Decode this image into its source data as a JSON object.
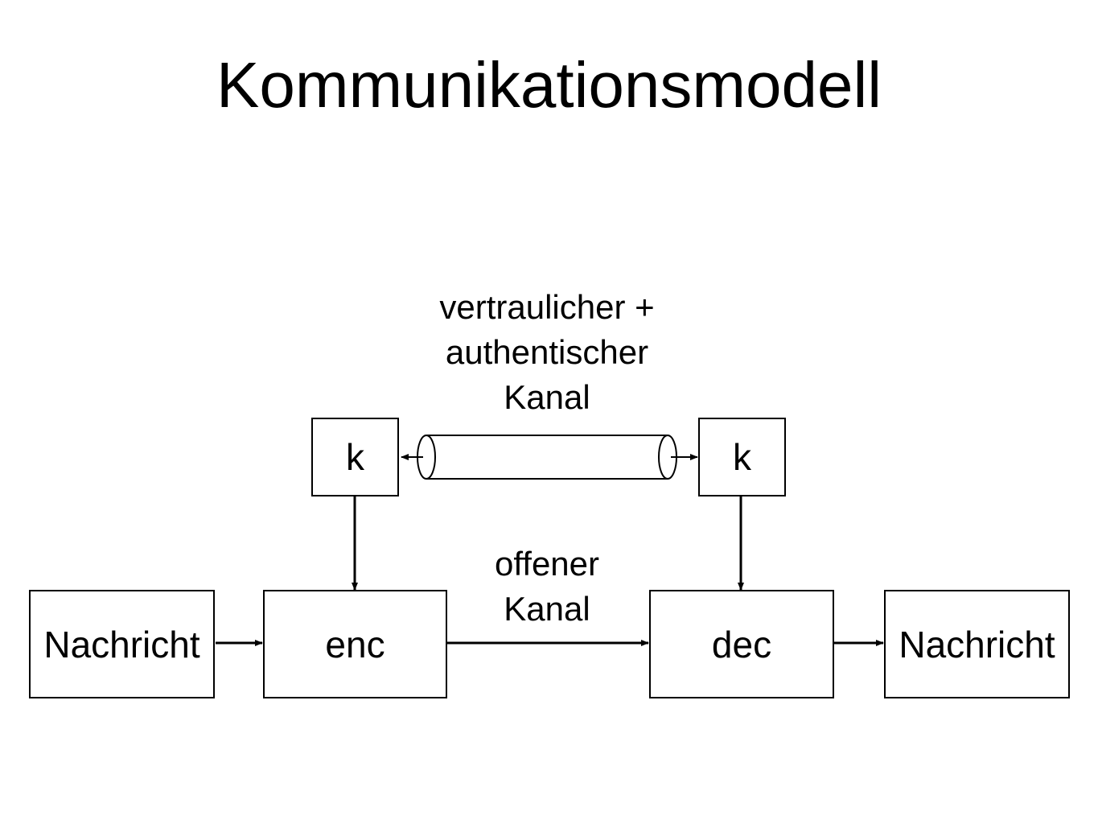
{
  "title": "Kommunikationsmodell",
  "boxes": {
    "message_in": "Nachricht",
    "enc": "enc",
    "dec": "dec",
    "message_out": "Nachricht",
    "key_left": "k",
    "key_right": "k"
  },
  "secure_channel_label": [
    "vertraulicher +",
    "authentischer",
    "Kanal"
  ],
  "open_channel_label": [
    "offener",
    "Kanal"
  ],
  "colors": {
    "stroke": "#000000",
    "background": "#ffffff"
  }
}
